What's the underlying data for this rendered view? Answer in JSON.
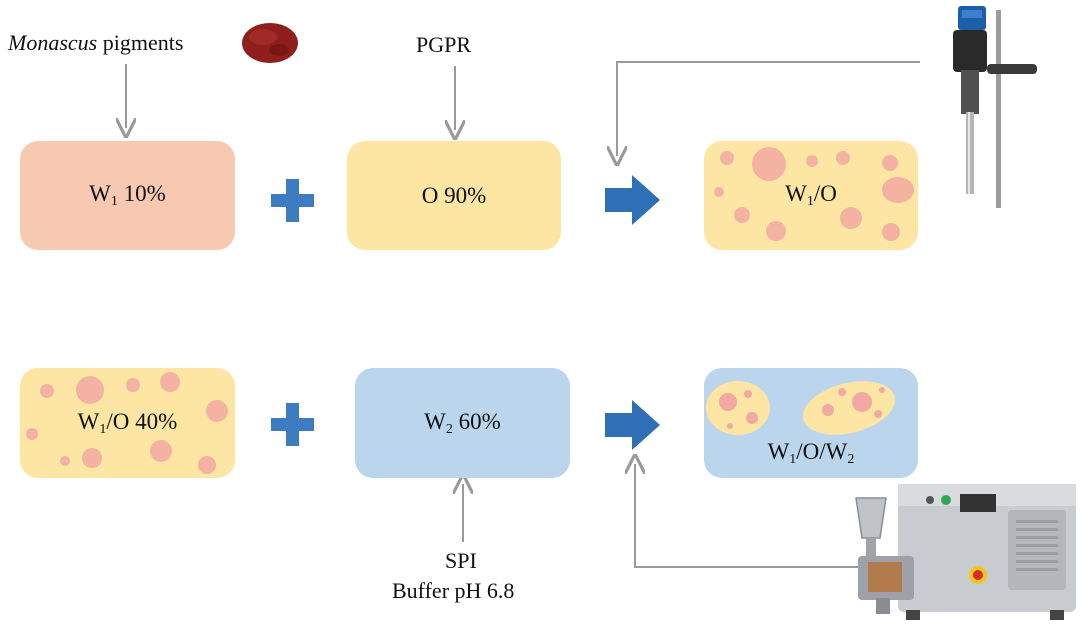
{
  "row1": {
    "input_pigment_word": "Monascus",
    "input_pigment_rest": " pigments",
    "input_pgpr": "PGPR",
    "box_w1": {
      "main": "W",
      "sub": "1",
      "rest": " 10%"
    },
    "box_o": "O 90%",
    "box_w1o": {
      "main": "W",
      "sub": "1",
      "rest": "/O"
    }
  },
  "row2": {
    "box_w1o40": {
      "main": "W",
      "sub": "1",
      "rest": "/O 40%"
    },
    "box_w2": {
      "main": "W",
      "sub": "2",
      "rest": " 60%"
    },
    "box_w1ow2": {
      "a": "W",
      "sub1": "1",
      "b": "/O/W",
      "sub2": "2"
    },
    "input_spi": "SPI",
    "input_buffer": "Buffer pH 6.8"
  },
  "colors": {
    "w1_box": "#f8c9b1",
    "oil_box": "#fde5a3",
    "water_box": "#bad5ec",
    "droplet": "#f2a9a3",
    "arrow_blue": "#2f6fb5",
    "plus_blue": "#3d7cc0",
    "line_gray": "#9a9a9a"
  },
  "icons": [
    "pigment-powder-icon",
    "homogenizer-icon",
    "high-pressure-homogenizer-icon"
  ]
}
